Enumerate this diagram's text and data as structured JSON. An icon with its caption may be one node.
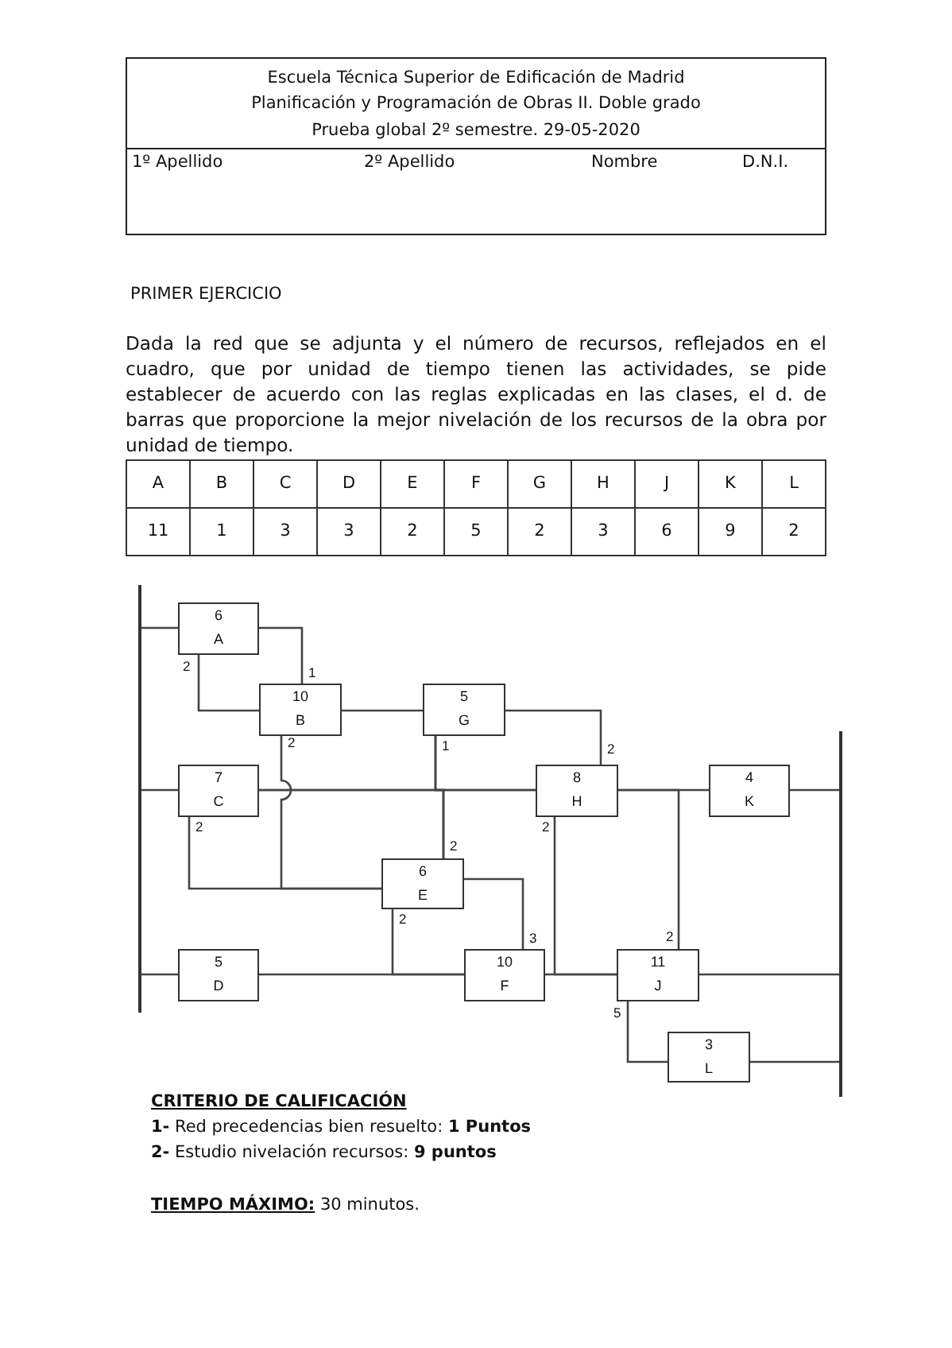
{
  "diagram": {
    "nodes": [
      {
        "text": [
          "Escuela Técnica Superior de Edificación de Madrid",
          "Planificación y Programación de Obras II. Doble grado",
          "Prueba global 2º semestre. 29-05-2020"
        ]
      },
      {
        "text": [
          "1º Apellido",
          "2º Apellido",
          "Nombre",
          "D.N.I."
        ]
      },
      {
        "text": [],
        "shape": "bar"
      },
      {
        "text": [
          "6",
          "A"
        ]
      },
      {
        "text": [
          "10",
          "B"
        ]
      },
      {
        "text": [
          "5",
          "G"
        ]
      },
      {
        "text": [
          "7",
          "C"
        ]
      },
      {
        "text": [
          "8",
          "H"
        ]
      },
      {
        "text": [
          "4",
          "K"
        ]
      },
      {
        "text": [
          "6",
          "E"
        ]
      },
      {
        "text": [
          "5",
          "D"
        ]
      },
      {
        "text": [
          "10",
          "F"
        ]
      },
      {
        "text": [
          "11",
          "J"
        ]
      },
      {
        "text": [
          "3",
          "L"
        ]
      },
      {
        "text": [],
        "shape": "bar"
      }
    ],
    "edges": [
      {
        "from": 2,
        "to": 3,
        "arrow": "none"
      },
      {
        "from": 2,
        "to": 6,
        "arrow": "none"
      },
      {
        "from": 2,
        "to": 10,
        "arrow": "none"
      },
      {
        "from": 3,
        "to": 4,
        "arrow": "none",
        "label": "1"
      },
      {
        "from": 3,
        "to": 4,
        "arrow": "none",
        "label": "2"
      },
      {
        "from": 4,
        "to": 5,
        "arrow": "none"
      },
      {
        "from": 4,
        "to": 9,
        "arrow": "none",
        "label": "2"
      },
      {
        "from": 6,
        "to": 9,
        "arrow": "none",
        "label": "2"
      },
      {
        "from": 6,
        "to": 7,
        "arrow": "none"
      },
      {
        "from": 5,
        "to": 7,
        "arrow": "none",
        "label": "1"
      },
      {
        "from": 6,
        "to": 9,
        "arrow": "none",
        "label": "2"
      },
      {
        "from": 5,
        "to": 9,
        "arrow": "none"
      },
      {
        "from": 5,
        "to": 7,
        "arrow": "none",
        "label": "2"
      },
      {
        "from": 7,
        "to": 8,
        "arrow": "none"
      },
      {
        "from": 7,
        "to": 12,
        "arrow": "none",
        "label": "2"
      },
      {
        "from": 8,
        "to": 14,
        "arrow": "none"
      },
      {
        "from": 7,
        "to": 12,
        "arrow": "none",
        "label": "2"
      },
      {
        "from": 9,
        "to": 11,
        "arrow": "none",
        "label": "3"
      },
      {
        "from": 9,
        "to": 11,
        "arrow": "none",
        "label": "2"
      },
      {
        "from": 10,
        "to": 11,
        "arrow": "none"
      },
      {
        "from": 11,
        "to": 12,
        "arrow": "none"
      },
      {
        "from": 12,
        "to": 14,
        "arrow": "none"
      },
      {
        "from": 12,
        "to": 13,
        "arrow": "none",
        "label": "5"
      },
      {
        "from": 13,
        "to": 14,
        "arrow": "none"
      }
    ],
    "labels": [
      "PRIMER EJERCICIO",
      "Dada la red que se adjunta y el número de recursos, reflejados en el cuadro, que por unidad de tiempo tienen las actividades, se pide establecer de acuerdo con las reglas explicadas en las clases, el d. de barras que proporcione la mejor nivelación de los recursos de la obra por unidad de tiempo.",
      "A",
      "B",
      "C",
      "D",
      "E",
      "F",
      "G",
      "H",
      "J",
      "K",
      "L",
      "11",
      "1",
      "3",
      "3",
      "2",
      "5",
      "2",
      "3",
      "6",
      "9",
      "2",
      "CRITERIO DE CALIFICACIÓN",
      "**1-** Red precedencias bien resuelto: **1 Puntos**",
      "**2-** Estudio nivelación recursos: **9 puntos**",
      "**TIEMPO MÁXIMO:** 30 minutos."
    ]
  }
}
